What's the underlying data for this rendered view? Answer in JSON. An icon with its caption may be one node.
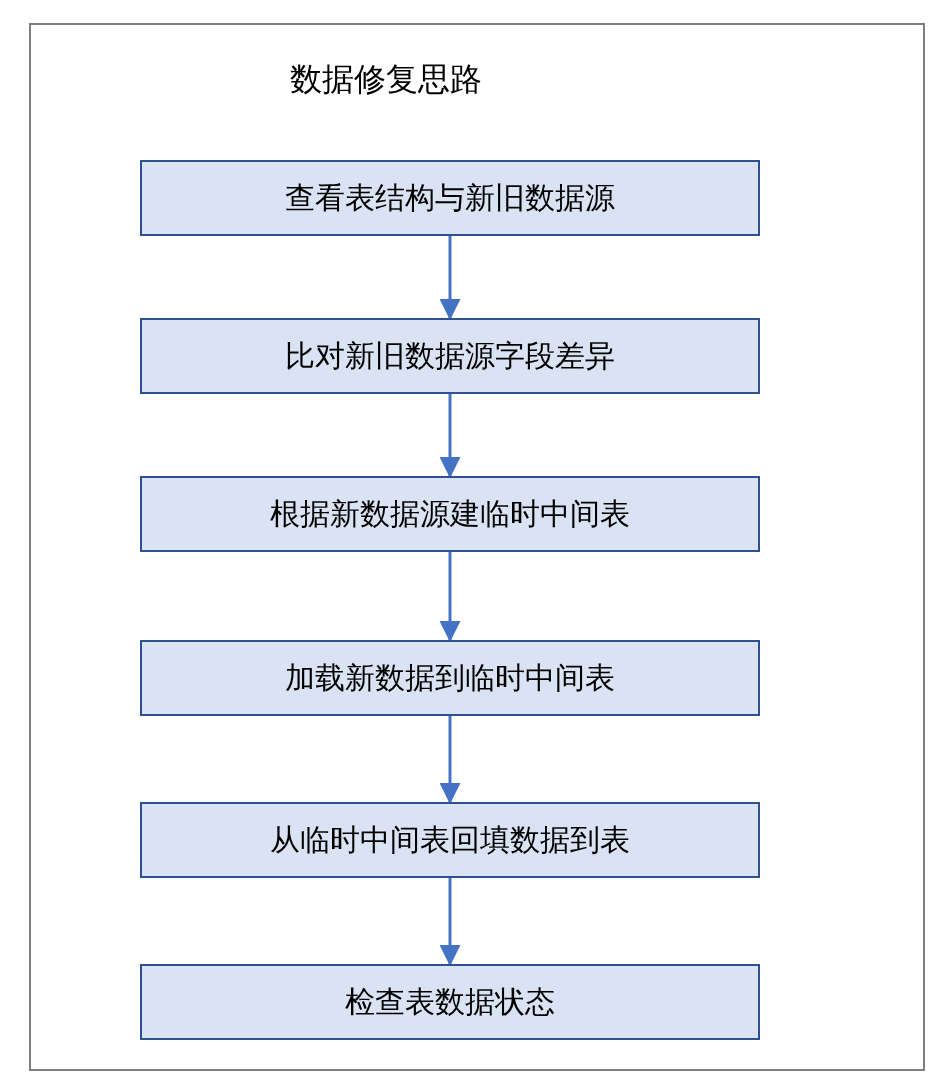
{
  "diagram": {
    "title": "数据修复思路",
    "nodes": [
      {
        "text": [
          "查看表结构与新旧数据源"
        ]
      },
      {
        "text": [
          "比对新旧数据源字段差异"
        ]
      },
      {
        "text": [
          "根据新数据源建临时中间表"
        ]
      },
      {
        "text": [
          "加载新数据到临时中间表"
        ]
      },
      {
        "text": [
          "从临时中间表回填数据到表"
        ]
      },
      {
        "text": [
          "检查表数据状态"
        ]
      }
    ],
    "edges": [
      {
        "from": 0,
        "to": 1,
        "arrow": "to"
      },
      {
        "from": 1,
        "to": 2,
        "arrow": "to"
      },
      {
        "from": 2,
        "to": 3,
        "arrow": "to"
      },
      {
        "from": 3,
        "to": 4,
        "arrow": "to"
      },
      {
        "from": 4,
        "to": 5,
        "arrow": "to"
      }
    ]
  }
}
